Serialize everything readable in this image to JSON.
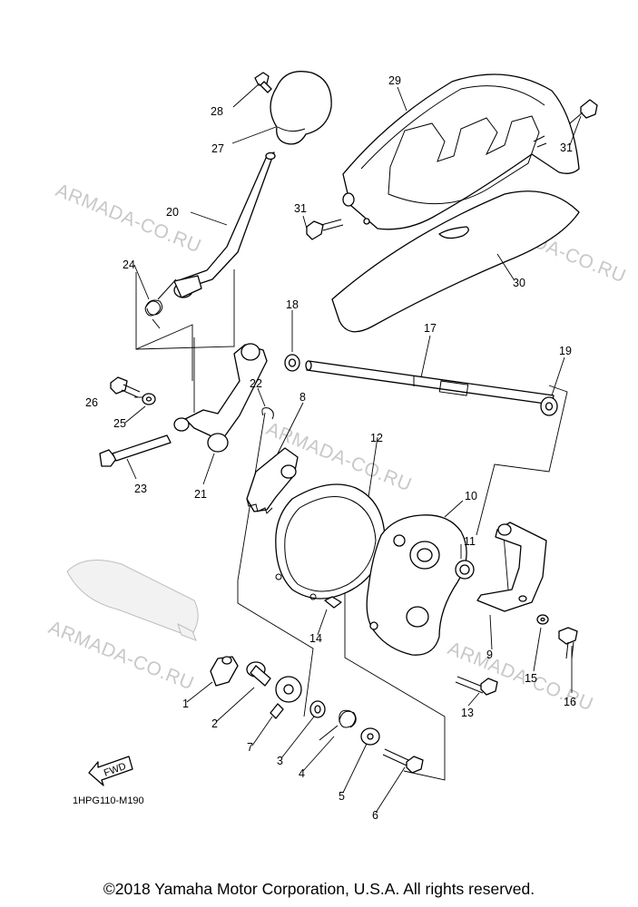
{
  "diagram": {
    "code": "1HPG110-M190",
    "fwd_label": "FWD",
    "watermark": "ARMADA-CO.RU",
    "copyright": "©2018 Yamaha Motor Corporation, U.S.A. All rights reserved."
  },
  "callouts": {
    "c1": "1",
    "c2": "2",
    "c3": "3",
    "c4": "4",
    "c5": "5",
    "c6": "6",
    "c7": "7",
    "c8": "8",
    "c9": "9",
    "c10": "10",
    "c11": "11",
    "c12": "12",
    "c13": "13",
    "c14": "14",
    "c15": "15",
    "c16": "16",
    "c17": "17",
    "c18": "18",
    "c19": "19",
    "c20": "20",
    "c21": "21",
    "c22": "22",
    "c23": "23",
    "c24": "24",
    "c25": "25",
    "c26": "26",
    "c27": "27",
    "c28": "28",
    "c29": "29",
    "c30": "30",
    "c31a": "31",
    "c31b": "31"
  }
}
